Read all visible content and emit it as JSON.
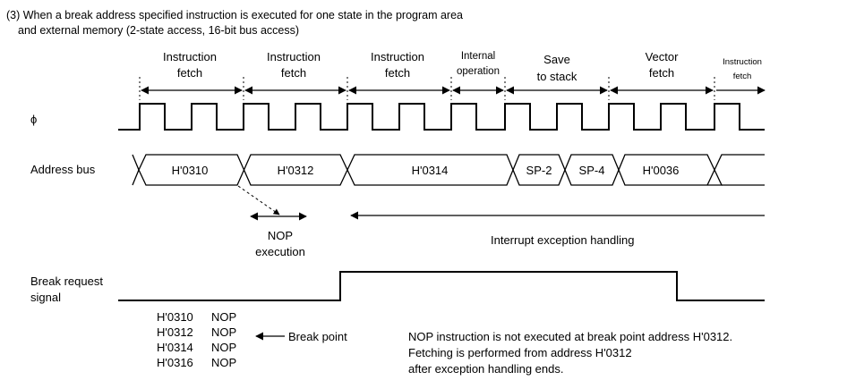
{
  "heading": {
    "line1": "(3)  When a break address specified instruction is executed for one state in the program area",
    "line2": "and external memory (2-state access, 16-bit bus access)"
  },
  "phases": [
    {
      "lines": [
        "Instruction",
        "fetch"
      ]
    },
    {
      "lines": [
        "Instruction",
        "fetch"
      ]
    },
    {
      "lines": [
        "Instruction",
        "fetch"
      ]
    },
    {
      "lines": [
        "Internal",
        "operation"
      ]
    },
    {
      "lines": [
        "Save",
        "to stack"
      ]
    },
    {
      "lines": [
        "Vector",
        "fetch"
      ]
    },
    {
      "lines": [
        "Instruction",
        "fetch"
      ]
    }
  ],
  "signals": {
    "phi_label": "ϕ",
    "address_bus_label": "Address bus",
    "break_request_line1": "Break request",
    "break_request_line2": "signal"
  },
  "address_bus_values": [
    "H'0310",
    "H'0312",
    "H'0314",
    "SP-2",
    "SP-4",
    "H'0036"
  ],
  "annotations": {
    "nop_line1": "NOP",
    "nop_line2": "execution",
    "interrupt": "Interrupt exception handling",
    "break_point": "Break point"
  },
  "listing": [
    {
      "address": "H'0310",
      "instruction": "NOP"
    },
    {
      "address": "H'0312",
      "instruction": "NOP"
    },
    {
      "address": "H'0314",
      "instruction": "NOP"
    },
    {
      "address": "H'0316",
      "instruction": "NOP"
    }
  ],
  "notes": [
    "NOP instruction is not executed at break point address H'0312.",
    "Fetching is performed from address H'0312",
    "after exception handling ends."
  ]
}
